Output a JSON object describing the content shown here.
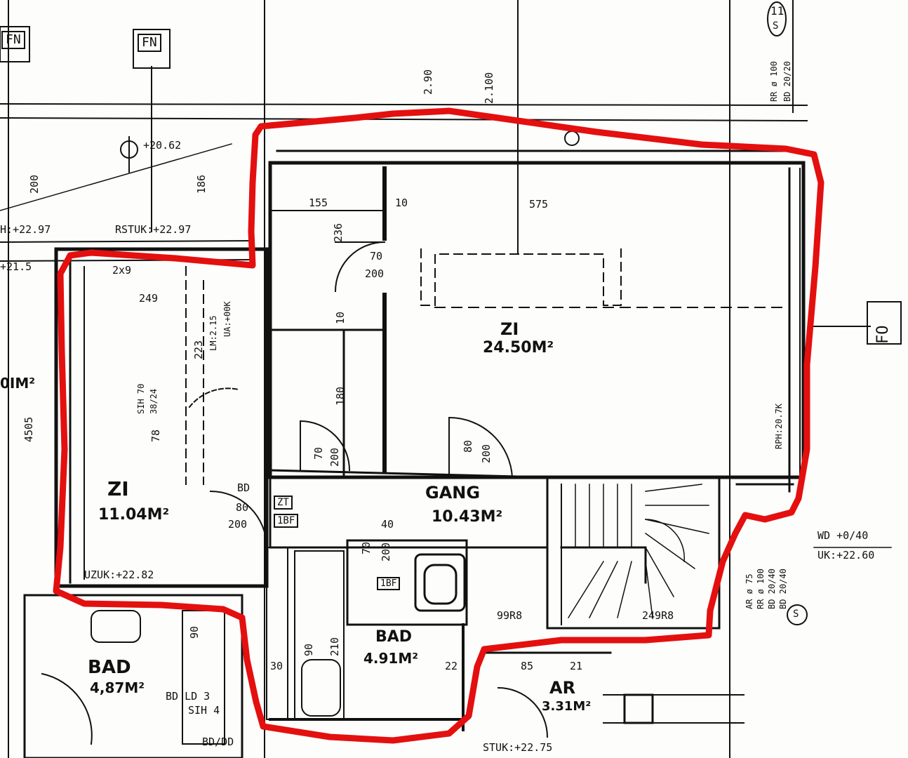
{
  "drawing": {
    "markers": {
      "fn_left": "FN",
      "fn_center": "FN",
      "fo_right": "FO",
      "axis_top": "11",
      "axis_top_sub": "S",
      "axis_bottom": "S"
    },
    "rooms": {
      "zi_large_name": "ZI",
      "zi_large_area": "24.50M²",
      "zi_left_name": "ZI",
      "zi_left_area": "11.04M²",
      "gang_name": "GANG",
      "gang_area": "10.43M²",
      "bad_center_name": "BAD",
      "bad_center_area": "4.91M²",
      "bad_left_name": "BAD",
      "bad_left_area": "4,87M²",
      "ar_name": "AR",
      "ar_area": "3.31M²",
      "partial_left_area": "0IM²"
    },
    "dimensions": {
      "d155": "155",
      "d10a": "10",
      "d575": "575",
      "d236": "236",
      "d70a": "70",
      "d200a": "200",
      "d10b": "10",
      "d180": "180",
      "d70b": "70",
      "d200b": "200",
      "d80a": "80",
      "d200c": "200",
      "d200d": "200",
      "d186": "186",
      "d249": "249",
      "d223": "223",
      "d78": "78",
      "d80b": "80",
      "d200e": "200",
      "d70c": "70",
      "d200f": "200",
      "d90": "90",
      "d210": "210",
      "d30": "30",
      "d2p90": "2.90",
      "d2p100": "2.100",
      "d4505": "4505",
      "d99r8": "99R8",
      "d249r8": "249R8",
      "d85": "85",
      "d90b": "90",
      "d22": "22",
      "d21": "21",
      "d40": "40",
      "d2062": "+20.62"
    },
    "notes": {
      "rstuk": "RSTUK:+22.97",
      "hstuk": "H:+22.97",
      "h215": "+21.5",
      "zi_top_code": "2x9",
      "sih_label": "SIH 70",
      "sih_sub": "38/24",
      "uzuk": "UZUK:+22.82",
      "bd": "BD",
      "bd_ld": "BD LD 3",
      "sih_small": "SIH 4",
      "bd_dd": "BD/DD",
      "stuk": "STUK:+22.75",
      "wd_note": "WD +0/40",
      "uk_note": "UK:+22.60",
      "rr_note": "RR ø 100",
      "bd_note": "BD 20/20",
      "ar_note": "AR ø 75",
      "rr2_note": "RR ø 100",
      "bd2_note": "BD 20/40",
      "bd3_note": "BD 20/40",
      "rph_note": "RPH:20.7K",
      "lm_note": "LM:2.15",
      "ua_note": "UA:+00K"
    },
    "boxes": {
      "bf1": "1BF",
      "bf2": "1BF",
      "zt": "ZT"
    }
  }
}
